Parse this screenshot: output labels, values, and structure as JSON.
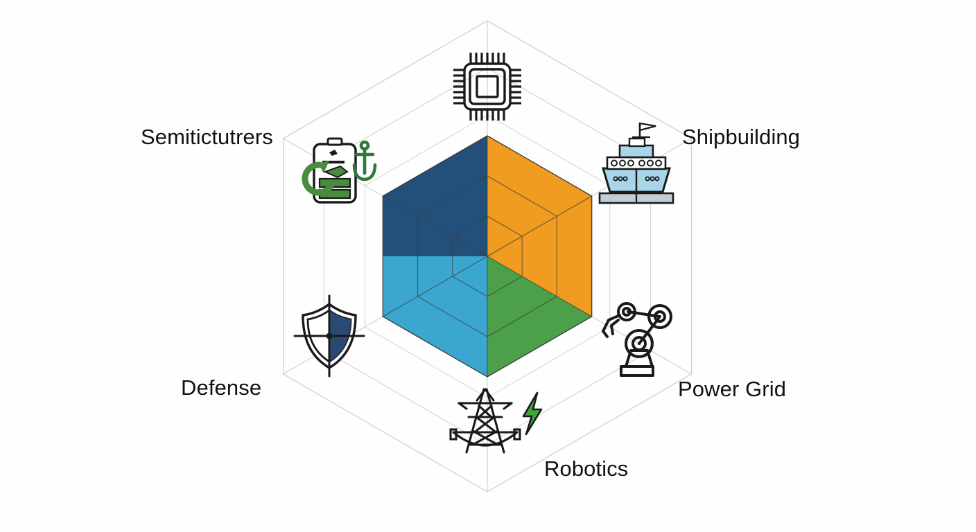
{
  "figure": {
    "background_color": "#fefefe",
    "grid_color": "#c9c9c9",
    "spoke_color": "#cfcfcf",
    "series_edge_color": "#3b3b3b",
    "label_color": "#111111"
  },
  "chart_data": {
    "type": "radar",
    "title": "",
    "categories": [
      "Semitictutrers",
      "Shipbuilding",
      "Power Grid",
      "Robotics",
      "Defense",
      "Semitictutrers"
    ],
    "axes": [
      {
        "label": "Semitictutrers",
        "angle_deg": 90,
        "icon": "chip-icon",
        "value": 3,
        "max": 5
      },
      {
        "label": "Shipbuilding",
        "angle_deg": 30,
        "icon": "ship-icon",
        "value": 3,
        "max": 5
      },
      {
        "label": "Power Grid",
        "angle_deg": 330,
        "icon": "robot-arm-icon",
        "value": 3,
        "max": 5
      },
      {
        "label": "Robotics",
        "angle_deg": 270,
        "icon": "power-tower-icon",
        "value": 3,
        "max": 5
      },
      {
        "label": "Defense",
        "angle_deg": 210,
        "icon": "shield-icon",
        "value": 3,
        "max": 5
      },
      {
        "label": "Semitictutrers",
        "angle_deg": 150,
        "icon": "battery-recycle-anchor-icon",
        "value": 3,
        "max": 5
      }
    ],
    "rings": [
      1,
      2,
      3,
      4,
      5
    ],
    "ring_count": 5,
    "grid": true,
    "legend": "none",
    "ylim": [
      0,
      5
    ],
    "xlabel": "",
    "ylabel": "",
    "quadrants": [
      {
        "name": "top-left",
        "color": "#23507b"
      },
      {
        "name": "top-right",
        "color": "#ef9c20"
      },
      {
        "name": "bottom-left",
        "color": "#3ba7d0"
      },
      {
        "name": "bottom-right",
        "color": "#4ca049"
      }
    ]
  },
  "labels": {
    "semiconductors": "Semitictutrers",
    "shipbuilding": "Shipbuilding",
    "defense": "Defense",
    "power_grid": "Power Grid",
    "robotics": "Robotics"
  },
  "colors": {
    "navy": "#23507b",
    "orange": "#ef9c20",
    "sky": "#3ba7d0",
    "green": "#4ca049",
    "shield_fill": "#2b4a73",
    "ship_fill": "#a8d5ea",
    "ship_deck": "#c2cdd6",
    "bolt_green": "#3fa535",
    "icon_stroke": "#1a1a1a",
    "battery_green": "#4a8c3f"
  },
  "icons": {
    "chip": "chip-icon",
    "ship": "ship-icon",
    "robot_arm": "robot-arm-icon",
    "power_tower": "power-tower-icon",
    "lightning": "lightning-bolt-icon",
    "shield": "shield-icon",
    "battery": "battery-recycle-anchor-icon"
  }
}
